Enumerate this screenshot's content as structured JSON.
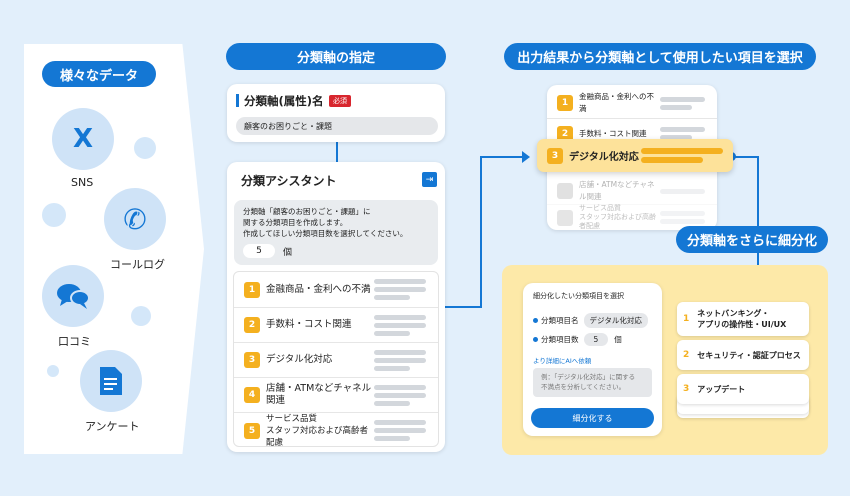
{
  "sources": {
    "title": "様々なデータ",
    "items": [
      {
        "icon": "x-icon",
        "glyph": "X",
        "label": "SNS"
      },
      {
        "icon": "phone-icon",
        "glyph": "✆",
        "label": "コールログ"
      },
      {
        "icon": "chat-bubbles-icon",
        "label": "口コミ"
      },
      {
        "icon": "document-icon",
        "label": "アンケート"
      }
    ]
  },
  "axis": {
    "title": "分類軸の指定",
    "field_label": "分類軸(属性)名",
    "required": "必須",
    "field_value": "顧客のお困りごと・課題"
  },
  "assistant": {
    "title": "分類アシスタント",
    "message": "分類軸「顧客のお困りごと・課題」に\n関する分類項目を作成します。\n作成してほしい分類項目数を選択してください。",
    "count": "5",
    "count_unit": "個",
    "items": [
      {
        "num": "1",
        "label": "金融商品・金利への不満"
      },
      {
        "num": "2",
        "label": "手数料・コスト関連"
      },
      {
        "num": "3",
        "label": "デジタル化対応"
      },
      {
        "num": "4",
        "label": "店舗・ATMなどチャネル関連"
      },
      {
        "num": "5",
        "label": "サービス品質\nスタッフ対応および高齢者配慮"
      }
    ]
  },
  "select": {
    "title": "出力結果から分類軸として使用したい項目を選択",
    "items": [
      {
        "num": "1",
        "label": "金融商品・金利への不満"
      },
      {
        "num": "2",
        "label": "手数料・コスト関連"
      },
      {
        "num": "3",
        "label": "デジタル化対応"
      },
      {
        "num": "",
        "label": "店舗・ATMなどチャネル関連"
      },
      {
        "num": "",
        "label": "サービス品質\nスタッフ対応および高齢者配慮"
      }
    ]
  },
  "refine": {
    "title": "分類軸をさらに細分化",
    "form_title": "細分化したい分類項目を選択",
    "name_label": "分類項目名",
    "name_value": "デジタル化対応",
    "count_label": "分類項目数",
    "count_value": "5",
    "count_unit": "個",
    "ai_link": "より詳細にAIへ依頼",
    "textarea_placeholder": "例：「デジタル化対応」に関する\n不満点を分析してください。",
    "button": "細分化する",
    "results": [
      {
        "num": "1",
        "label": "ネットバンキング・\nアプリの操作性・UI/UX"
      },
      {
        "num": "2",
        "label": "セキュリティ・認証プロセス"
      },
      {
        "num": "3",
        "label": "アップデート"
      }
    ]
  },
  "colors": {
    "primary": "#1477d4",
    "accent": "#f4b01f",
    "highlight": "#fde29a",
    "background": "#e2effb"
  }
}
